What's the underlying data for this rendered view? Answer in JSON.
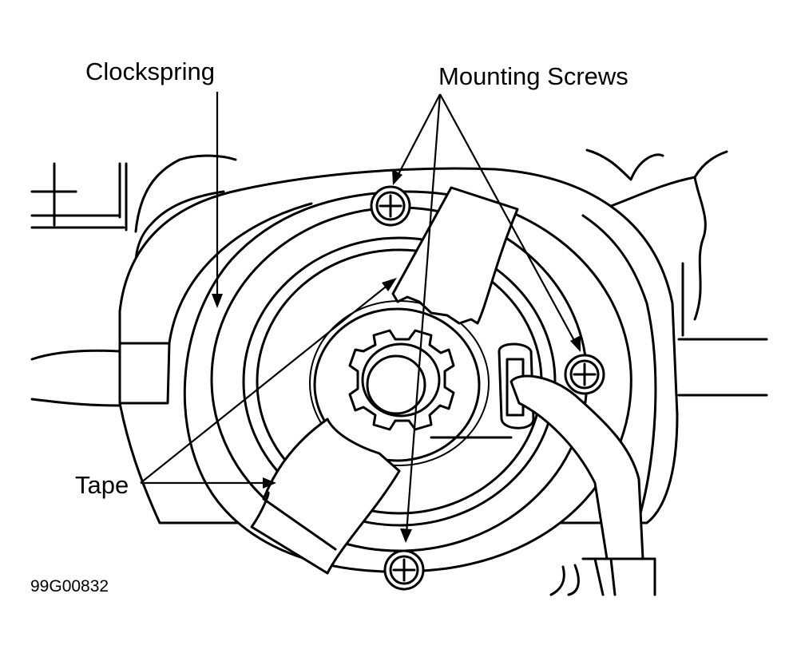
{
  "labels": {
    "clockspring": "Clockspring",
    "mounting_screws": "Mounting Screws",
    "tape": "Tape",
    "figure_id": "99G00832"
  }
}
